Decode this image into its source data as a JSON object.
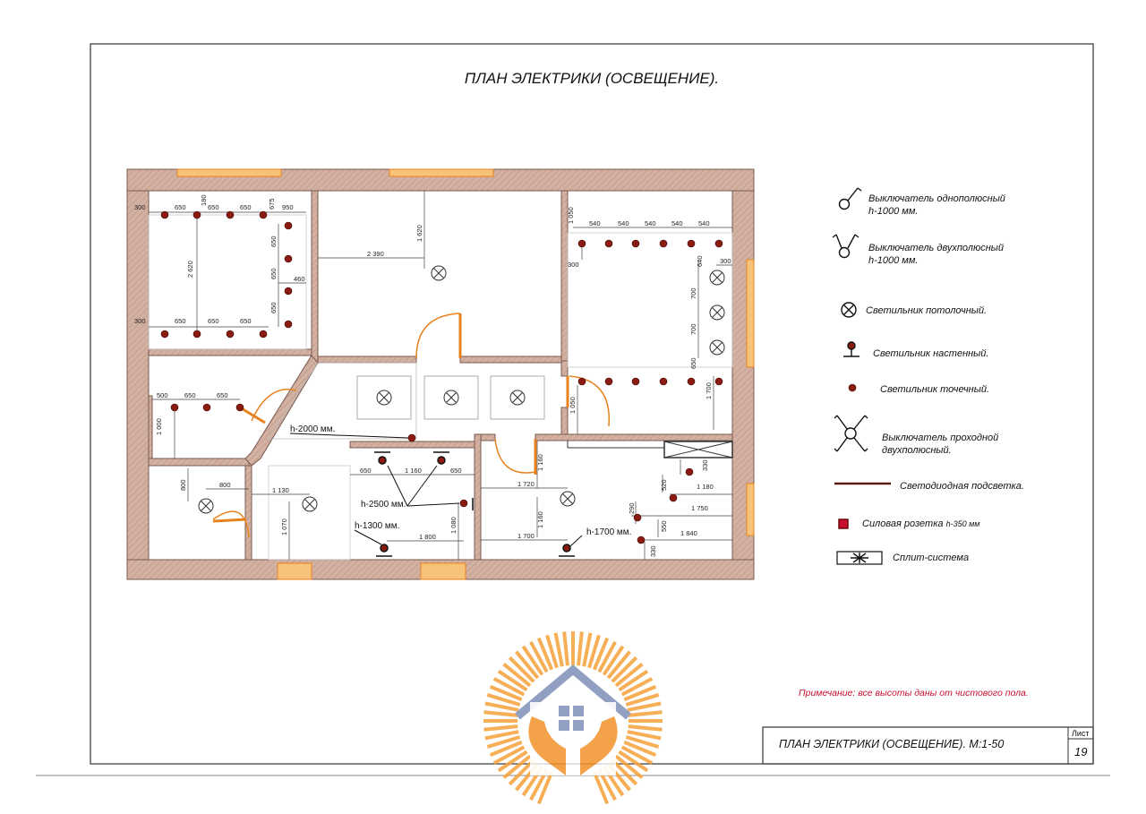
{
  "title": "ПЛАН ЭЛЕКТРИКИ (ОСВЕЩЕНИЕ).",
  "legend": [
    {
      "icon": "switch-single-icon",
      "label": "Выключатель однополюсный",
      "sub": "h-1000  мм."
    },
    {
      "icon": "switch-double-icon",
      "label": "Выключатель двухполюсный",
      "sub": "h-1000  мм."
    },
    {
      "icon": "ceiling-light-icon",
      "label": "Светильник потолочный.",
      "sub": ""
    },
    {
      "icon": "wall-light-icon",
      "label": "Светильник настенный.",
      "sub": ""
    },
    {
      "icon": "spot-light-icon",
      "label": "Светильник точечный.",
      "sub": ""
    },
    {
      "icon": "pass-switch-icon",
      "label": "Выключатель проходной",
      "sub": "двухполюсный."
    },
    {
      "icon": "led-strip-icon",
      "label": "Светодиодная подсветка.",
      "sub": ""
    },
    {
      "icon": "socket-icon",
      "label": "Силовая розетка",
      "sub": "h-350  мм"
    },
    {
      "icon": "split-system-icon",
      "label": "Сплит-система",
      "sub": ""
    }
  ],
  "heights": {
    "h2000": "h-2000 мм.",
    "h2500": "h-2500 мм.",
    "h1300": "h-1300 мм.",
    "h1700": "h-1700 мм."
  },
  "dims": {
    "tl_top": [
      "300",
      "650",
      "650",
      "650",
      "675",
      "950"
    ],
    "tl_180": "180",
    "tl_left": "2 620",
    "tl_right": [
      "650",
      "650",
      "650"
    ],
    "tl_460": "460",
    "tl_bottom": [
      "300",
      "650",
      "650",
      "650"
    ],
    "c_1620": "1 620",
    "c_2390": "2 390",
    "r_1050": "1 050",
    "r_top": [
      "540",
      "540",
      "540",
      "540",
      "540"
    ],
    "r_300a": "300",
    "r_640": "640",
    "r_300b": "300",
    "r_700a": "700",
    "r_700b": "700",
    "r_650": "650",
    "r_1700": "1 700",
    "r_1050b": "1 050",
    "l_mid": [
      "500",
      "650",
      "650"
    ],
    "l_1000": "1 000",
    "b_800a": "800",
    "b_800b": "800",
    "b_1130": "1 130",
    "b_1070": "1 070",
    "bath": [
      "650",
      "1 160",
      "650"
    ],
    "bath_1800": "1 800",
    "bath_1080": "1 080",
    "k_1160a": "1 160",
    "k_1720": "1 720",
    "k_1160b": "1 160",
    "k_1700": "1 700",
    "k_330a": "330",
    "k_520": "520",
    "k_1180": "1 180",
    "k_290": "290",
    "k_1750": "1 750",
    "k_550": "550",
    "k_1840": "1 840",
    "k_330b": "330"
  },
  "note": "Примечание: все высоты даны от чистового пола.",
  "stamp": {
    "title": "ПЛАН ЭЛЕКТРИКИ (ОСВЕЩЕНИЕ).  М:1-50",
    "sheet_label": "Лист",
    "sheet_number": "19"
  },
  "colors": {
    "wall": "#c9a594",
    "wall_line": "#7a5a50",
    "spot": "#8b1a10",
    "door": "#e8821e",
    "window": "#f0a040",
    "note": "#c8102e",
    "logo_orange": "#f6a23a",
    "logo_blue": "#7d8fb8"
  }
}
